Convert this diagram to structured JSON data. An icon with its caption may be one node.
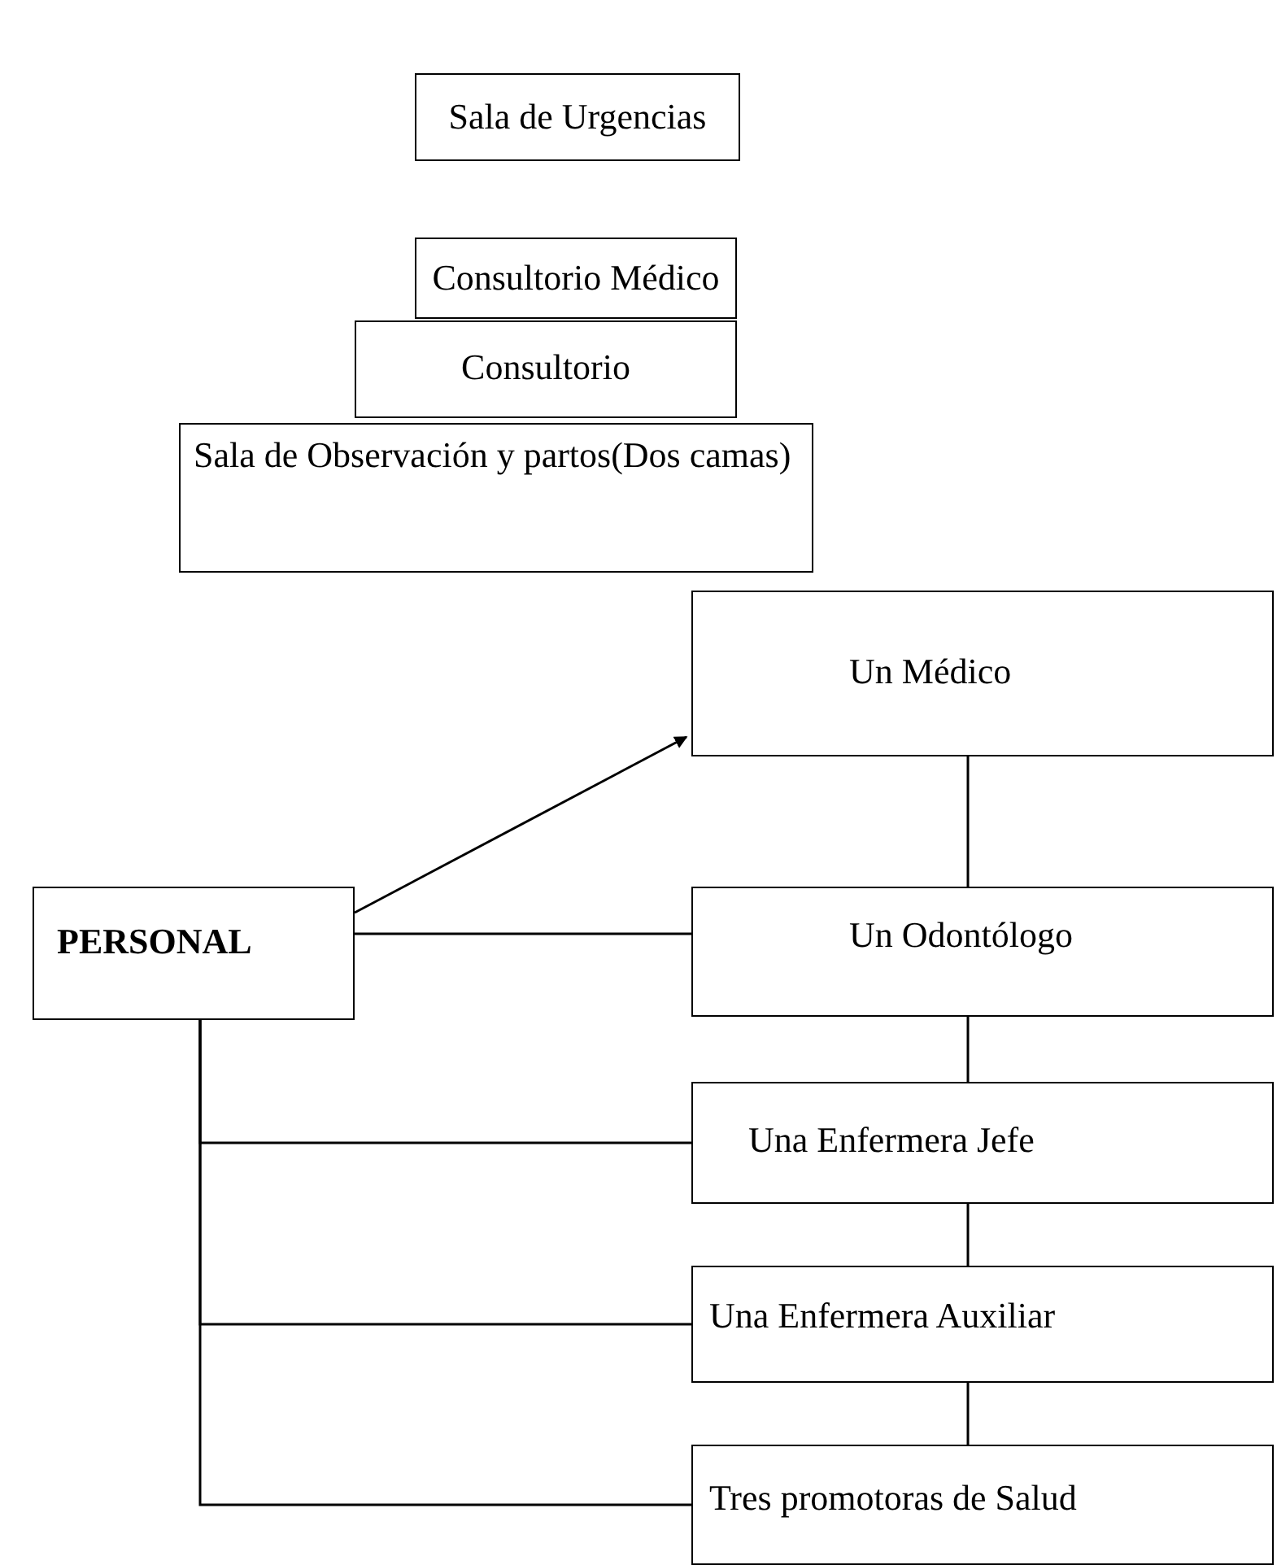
{
  "diagram": {
    "nodes": [
      {
        "text": [
          "Sala de Urgencias"
        ]
      },
      {
        "text": [
          "Consultorio Médico"
        ]
      },
      {
        "text": [
          "Consultorio"
        ]
      },
      {
        "text": [
          "Sala de Observación y partos(Dos camas)"
        ]
      },
      {
        "text": [
          "PERSONAL"
        ]
      },
      {
        "text": [
          "Un Médico"
        ]
      },
      {
        "text": [
          "Un Odontólogo"
        ]
      },
      {
        "text": [
          "Una Enfermera Jefe"
        ]
      },
      {
        "text": [
          "Una Enfermera Auxiliar"
        ]
      },
      {
        "text": [
          "Tres promotoras de Salud"
        ]
      }
    ],
    "edges": [
      {
        "from": 4,
        "to": 5,
        "arrow": "to"
      },
      {
        "from": 4,
        "to": 6,
        "arrow": "none"
      },
      {
        "from": 5,
        "to": 6,
        "arrow": "none"
      },
      {
        "from": 6,
        "to": 7,
        "arrow": "none"
      },
      {
        "from": 7,
        "to": 8,
        "arrow": "none"
      },
      {
        "from": 8,
        "to": 9,
        "arrow": "none"
      },
      {
        "from": 4,
        "to": 7,
        "arrow": "none"
      },
      {
        "from": 4,
        "to": 8,
        "arrow": "none"
      },
      {
        "from": 4,
        "to": 9,
        "arrow": "none"
      }
    ]
  }
}
